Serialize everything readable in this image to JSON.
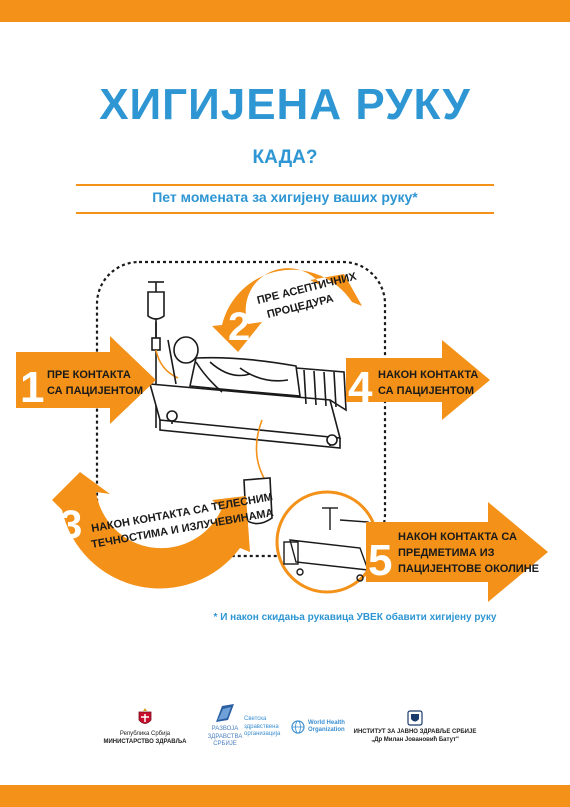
{
  "colors": {
    "orange": "#f39118",
    "blue": "#2e96d3",
    "dark": "#1a1a1a"
  },
  "header": {
    "title": "ХИГИЈЕНА РУКУ",
    "subtitle": "КАДА?",
    "tagline": "Пет момената за хигијену ваших руку*"
  },
  "moments": [
    {
      "number": "1",
      "line1": "ПРЕ КОНТАКТА",
      "line2": "СА ПАЦИЈЕНТОМ"
    },
    {
      "number": "2",
      "line1": "ПРЕ АСЕПТИЧНИХ",
      "line2": "ПРОЦЕДУРА"
    },
    {
      "number": "3",
      "line1": "НАКОН КОНТАКТА СА ТЕЛЕСНИМ",
      "line2": "ТЕЧНОСТИМА И ИЗЛУЧЕВИНАМА"
    },
    {
      "number": "4",
      "line1": "НАКОН КОНТАКТА",
      "line2": "СА ПАЦИЈЕНТОМ"
    },
    {
      "number": "5",
      "line1": "НАКОН КОНТАКТА СА",
      "line2": "ПРЕДМЕТИМА ИЗ",
      "line3": "ПАЦИЈЕНТОВЕ ОКОЛИНЕ"
    }
  ],
  "footnote": "* И након скидања рукавица УВЕК обавити хигијену руку",
  "logos": [
    {
      "name": "serbia-coat-of-arms",
      "line1": "Република Србија",
      "line2": "МИНИСТАРСТВО ЗДРАВЉА"
    },
    {
      "name": "health-development-logo",
      "line1": "РАЗВОЈА",
      "line2": "ЗДРАВСТВА",
      "line3": "СРБИЈЕ"
    },
    {
      "name": "who-logo",
      "line1": "Светска здравствена организација",
      "line2": "World Health Organization"
    },
    {
      "name": "institute-logo",
      "line1": "ИНСТИТУТ ЗА ЈАВНО ЗДРАВЉЕ СРБИЈЕ",
      "line2": "„Др Милан Јовановић Батут\""
    }
  ]
}
